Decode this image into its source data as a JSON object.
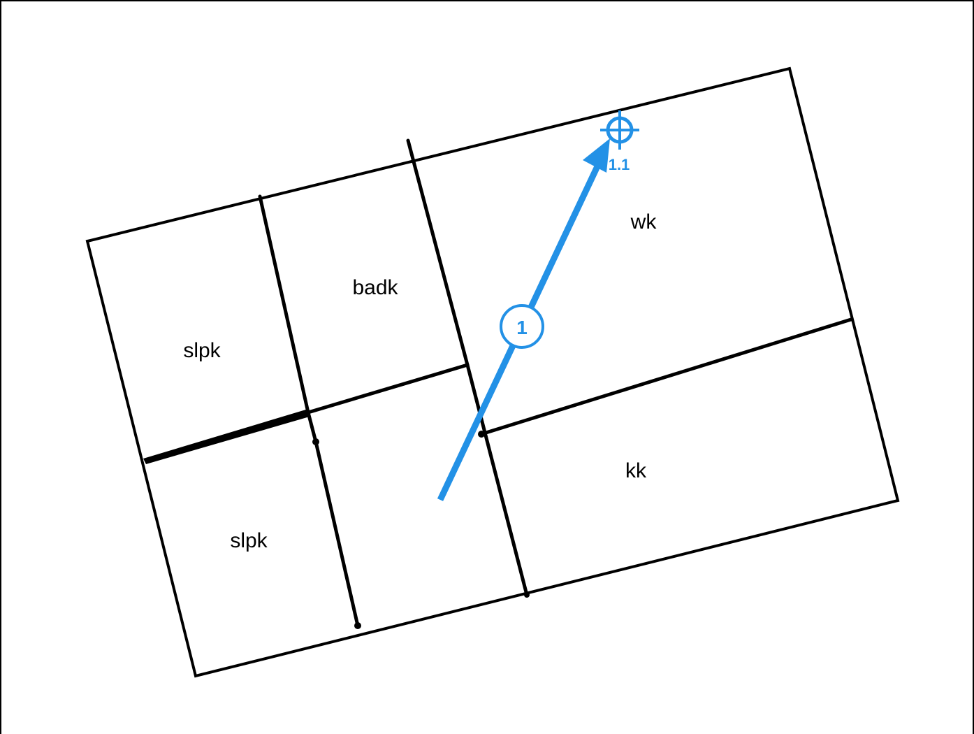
{
  "rooms": [
    {
      "label": "slpk"
    },
    {
      "label": "badk"
    },
    {
      "label": "wk"
    },
    {
      "label": "slpk"
    },
    {
      "label": "kk"
    }
  ],
  "annotation": {
    "step_number": "1",
    "target_label": "1.1",
    "color": "#2391e6",
    "icons": [
      "crosshair-icon",
      "arrow-icon"
    ]
  }
}
